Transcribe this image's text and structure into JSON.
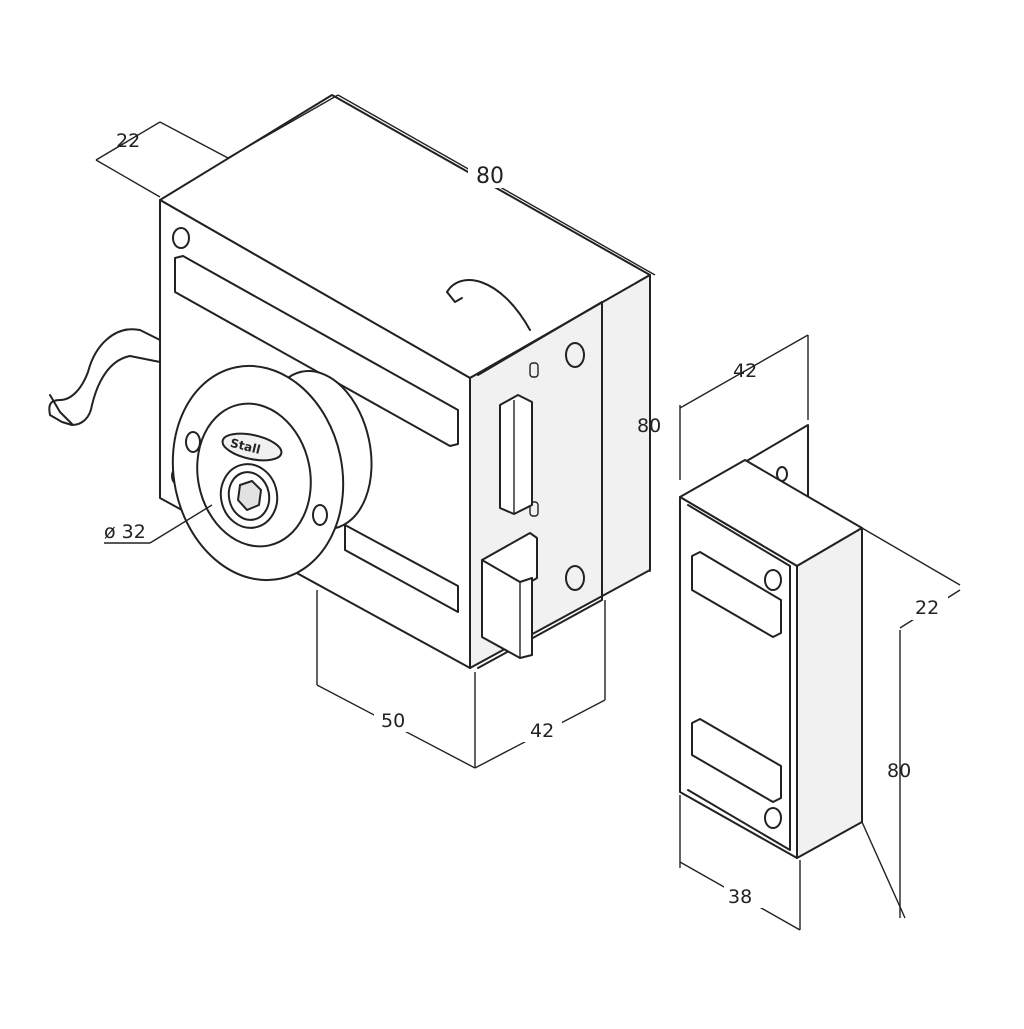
{
  "dimensions": {
    "lock_top_depth": "22",
    "lock_top_length": "80",
    "lock_side_height": "80",
    "cylinder_diameter": "ø 32",
    "lock_bottom_width": "50",
    "lock_bottom_depth": "42",
    "keeper_top_width": "42",
    "keeper_side_depth": "22",
    "keeper_side_height": "80",
    "keeper_bottom_width": "38"
  },
  "cylinder": {
    "brand_text": "Stall"
  },
  "colors": {
    "line": "#222222",
    "background": "#ffffff",
    "face_light": "#f1f1f1",
    "face_dark": "#e2e2e2"
  }
}
